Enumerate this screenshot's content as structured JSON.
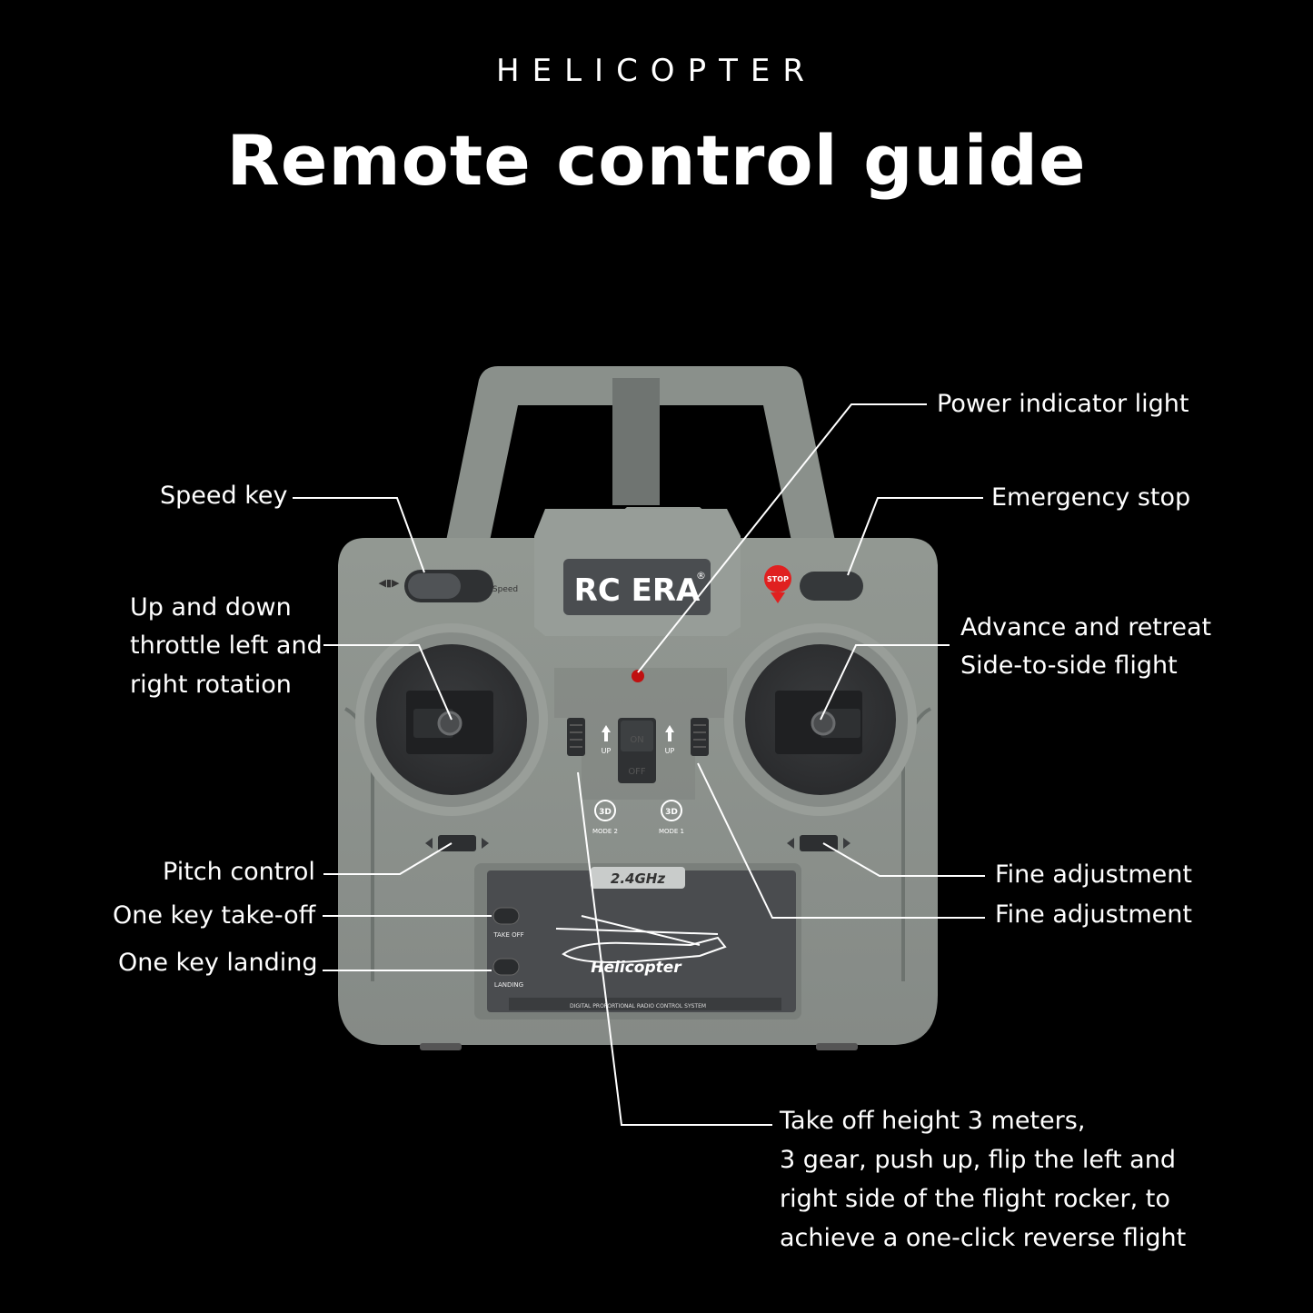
{
  "header": {
    "subtitle": "HELICOPTER",
    "title": "Remote control guide"
  },
  "controller": {
    "brand": "RC ERA",
    "brand_mark": "®",
    "speed_left": "◀▮▶",
    "speed_right": "Speed",
    "stop_badge": "STOP",
    "up_label": "UP",
    "on_label": "ON",
    "off_label": "OFF",
    "mode2": "MODE 2",
    "mode1": "MODE 1",
    "mode_badge": "3D",
    "frequency": "2.4GHz",
    "take_off_btn": "TAKE OFF",
    "landing_btn": "LANDING",
    "panel_logo": "Helicopter",
    "panel_footer": "DIGITAL PROPORTIONAL RADIO CONTROL SYSTEM"
  },
  "labels": {
    "speed_key": "Speed key",
    "throttle": [
      "Up and down",
      "throttle left and",
      "right  rotation"
    ],
    "pitch": "Pitch control",
    "takeoff": "One key take-off",
    "landing": "One key landing",
    "power": "Power indicator light",
    "estop": "Emergency stop",
    "advance": [
      "Advance and retreat",
      "Side-to-side flight"
    ],
    "fine1": "Fine adjustment",
    "fine2": "Fine adjustment",
    "reverse": [
      "Take off height 3 meters,",
      "3 gear, push up, flip the left and",
      "right side of the flight rocker, to",
      "achieve a one-click reverse flight"
    ]
  },
  "colors": {
    "background": "#000000",
    "body": "#8c928d",
    "dark": "#3e4042",
    "stop_red": "#e02020",
    "power_led": "#c01010"
  }
}
